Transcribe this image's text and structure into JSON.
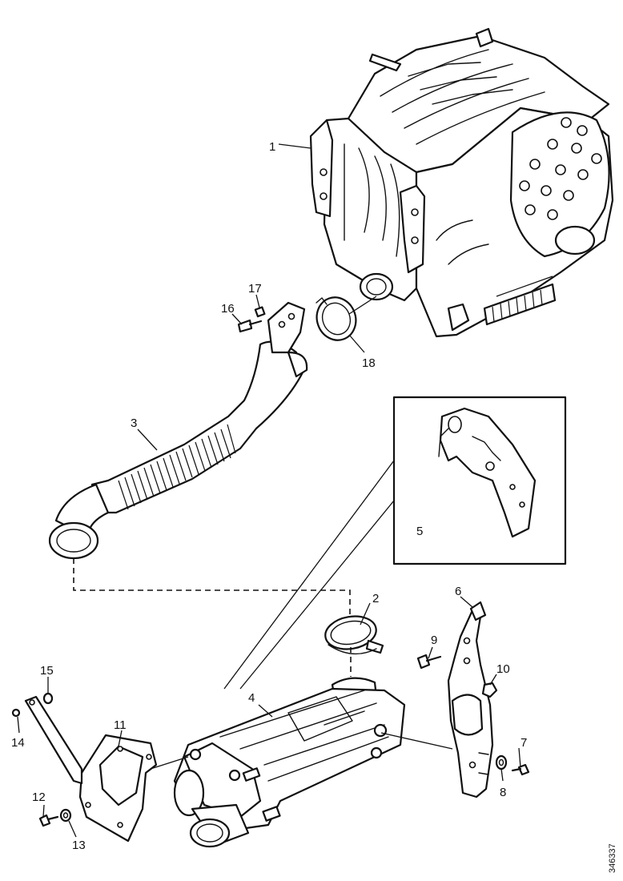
{
  "diagram": {
    "callouts": [
      {
        "id": "c1",
        "text": "1"
      },
      {
        "id": "c2",
        "text": "2"
      },
      {
        "id": "c3",
        "text": "3"
      },
      {
        "id": "c4",
        "text": "4"
      },
      {
        "id": "c5",
        "text": "5"
      },
      {
        "id": "c6",
        "text": "6"
      },
      {
        "id": "c7",
        "text": "7"
      },
      {
        "id": "c8",
        "text": "8"
      },
      {
        "id": "c9",
        "text": "9"
      },
      {
        "id": "c10",
        "text": "10"
      },
      {
        "id": "c11",
        "text": "11"
      },
      {
        "id": "c12",
        "text": "12"
      },
      {
        "id": "c13",
        "text": "13"
      },
      {
        "id": "c14",
        "text": "14"
      },
      {
        "id": "c15",
        "text": "15"
      },
      {
        "id": "c16",
        "text": "16"
      },
      {
        "id": "c17",
        "text": "17"
      },
      {
        "id": "c18",
        "text": "18"
      }
    ],
    "reference_number": "346337"
  }
}
